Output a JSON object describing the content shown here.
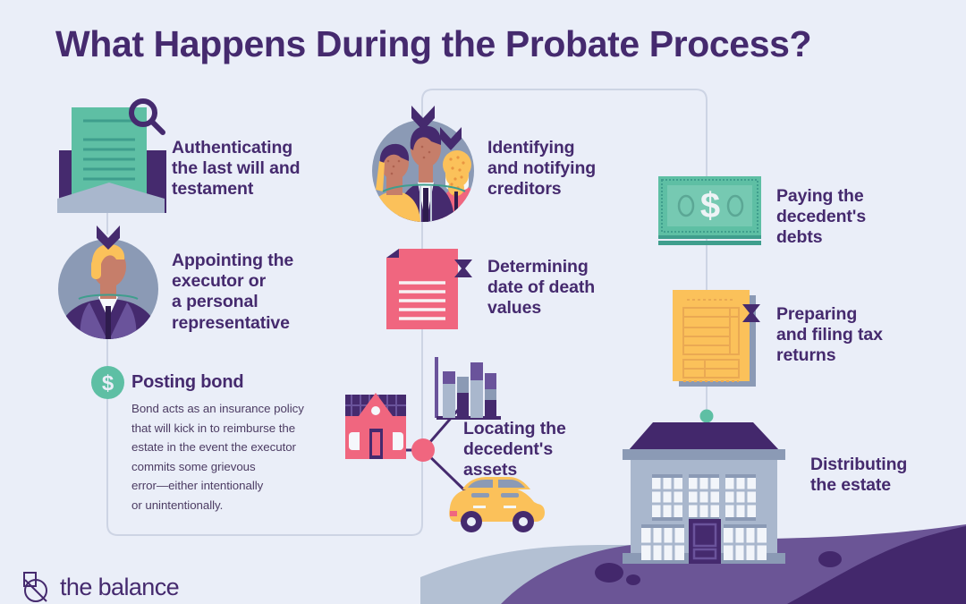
{
  "page": {
    "title": "What Happens During the Probate Process?",
    "background_color": "#eaeef8",
    "heading_color": "#452a6e"
  },
  "brand": {
    "logo_text": "the balance",
    "logo_mark": "balance-mark-icon"
  },
  "palette": {
    "deep_purple": "#452a6e",
    "mid_purple": "#6a539b",
    "hill_light": "#6b5596",
    "hill_dark": "#43286c",
    "teal": "#5ebfa4",
    "teal_dark": "#3f9e8d",
    "pink": "#f0667f",
    "yellow": "#fbc15a",
    "slate_blue": "#8b9ab5",
    "house_body": "#a9b7cd",
    "line_gray": "#cdd4e4"
  },
  "steps": [
    {
      "id": "authenticating-will",
      "label": "Authenticating\nthe last will and\ntestament",
      "icon": "document-magnifier-icon",
      "column": "left"
    },
    {
      "id": "appointing-executor",
      "label": "Appointing the\nexecutor or\na personal\nrepresentative",
      "icon": "executor-avatar-icon",
      "column": "left"
    },
    {
      "id": "posting-bond",
      "label": "Posting bond",
      "body": "Bond acts as an insurance policy\nthat will kick in to reimburse the\nestate in the event the executor\ncommits some grievous\nerror—either intentionally\nor unintentionally.",
      "icon": "dollar-badge-icon",
      "column": "left"
    },
    {
      "id": "identifying-creditors",
      "label": "Identifying\nand notifying\ncreditors",
      "icon": "creditors-group-icon",
      "column": "middle"
    },
    {
      "id": "date-of-death-values",
      "label": "Determining\ndate of death\nvalues",
      "icon": "pink-document-icon",
      "column": "middle"
    },
    {
      "id": "locating-assets",
      "label": "Locating the\ndecedent's\nassets",
      "icon": "assets-cluster-icon",
      "sub_icons": [
        "bar-chart-icon",
        "house-small-icon",
        "car-icon"
      ],
      "column": "middle"
    },
    {
      "id": "paying-debts",
      "label": "Paying the\ndecedent's\ndebts",
      "icon": "money-bill-icon",
      "column": "right"
    },
    {
      "id": "filing-tax-returns",
      "label": "Preparing\nand filing tax\nreturns",
      "icon": "tax-form-icon",
      "column": "right"
    },
    {
      "id": "distributing-estate",
      "label": "Distributing\nthe estate",
      "icon": "house-large-icon",
      "column": "right"
    }
  ]
}
